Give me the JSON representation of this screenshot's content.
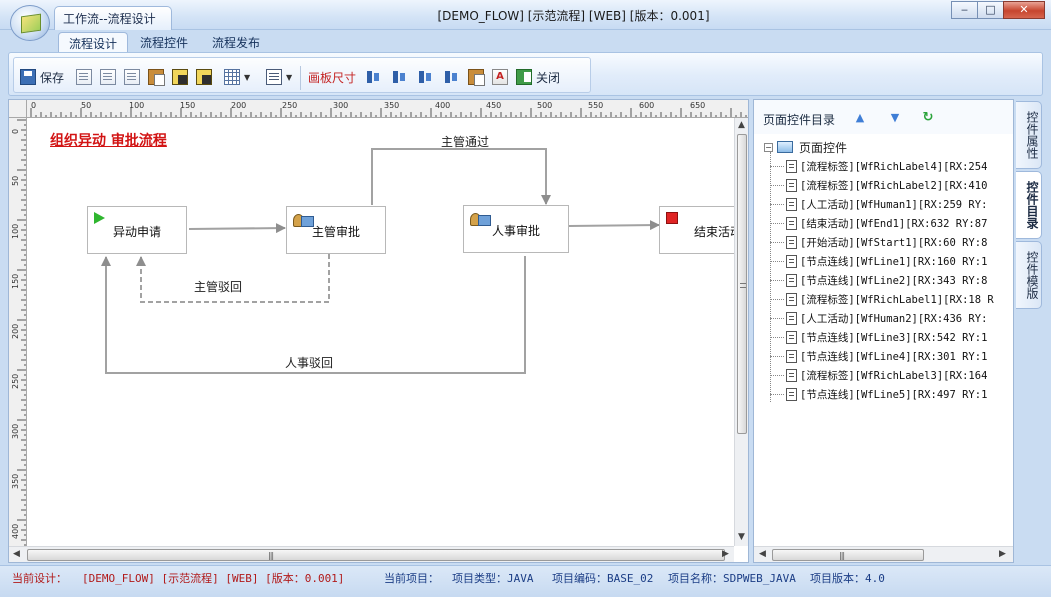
{
  "window": {
    "tab_title": "工作流--流程设计",
    "title": "[DEMO_FLOW] [示范流程] [WEB] [版本：0.001]",
    "minimize": "‒",
    "maximize": "□",
    "close": "✕"
  },
  "ribbon_tabs": [
    {
      "label": "流程设计",
      "active": true
    },
    {
      "label": "流程控件",
      "active": false
    },
    {
      "label": "流程发布",
      "active": false
    }
  ],
  "toolbar": {
    "save_label": "保存",
    "canvas_size_label": "画板尺寸",
    "close_label": "关闭",
    "letter_icon_text": "A"
  },
  "designer": {
    "flow_title": "组织异动  审批流程",
    "ruler_top_labels": [
      "0",
      "50",
      "100",
      "150",
      "200",
      "250",
      "300",
      "350",
      "400",
      "450",
      "500",
      "550",
      "600",
      "650"
    ],
    "ruler_left_labels": [
      "0",
      "50",
      "100",
      "150",
      "200",
      "250",
      "300",
      "350",
      "400"
    ],
    "nodes": {
      "start": "异动申请",
      "manager": "主管审批",
      "hr": "人事审批",
      "end": "结束活动"
    },
    "edges": {
      "manager_pass": "主管通过",
      "manager_reject": "主管驳回",
      "hr_reject": "人事驳回"
    }
  },
  "panel": {
    "title": "页面控件目录",
    "root": "页面控件",
    "items": [
      "[流程标签][WfRichLabel4][RX:254",
      "[流程标签][WfRichLabel2][RX:410",
      "[人工活动][WfHuman1][RX:259  RY:",
      "[结束活动][WfEnd1][RX:632  RY:87",
      "[开始活动][WfStart1][RX:60  RY:8",
      "[节点连线][WfLine1][RX:160  RY:1",
      "[节点连线][WfLine2][RX:343  RY:8",
      "[流程标签][WfRichLabel1][RX:18 R",
      "[人工活动][WfHuman2][RX:436  RY:",
      "[节点连线][WfLine3][RX:542  RY:1",
      "[节点连线][WfLine4][RX:301  RY:1",
      "[流程标签][WfRichLabel3][RX:164",
      "[节点连线][WfLine5][RX:497  RY:1"
    ]
  },
  "side_tabs": [
    "控件属性",
    "控件目录",
    "控件模版"
  ],
  "status": {
    "design_label": "当前设计：",
    "design_value": "[DEMO_FLOW] [示范流程] [WEB] [版本：0.001]",
    "project_label": "当前项目：",
    "project_type": "项目类型：JAVA",
    "project_code": "项目编码：BASE_02",
    "project_name": "项目名称：SDPWEB_JAVA",
    "project_version": "项目版本：4.0"
  },
  "colors": {
    "accent": "#c9dcf2",
    "flow_title": "#d21414",
    "status_red": "#b11a1a",
    "status_blue": "#1c3e86"
  }
}
